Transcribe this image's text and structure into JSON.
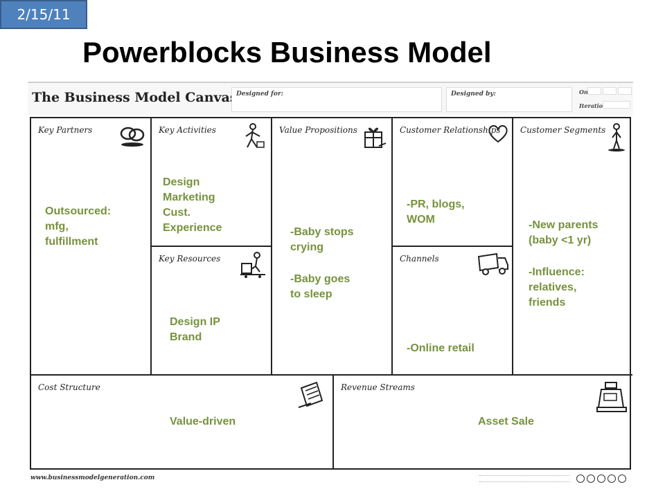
{
  "date_badge": "2/15/11",
  "title": "Powerblocks Business Model",
  "canvas": {
    "name": "The Business Model Canvas",
    "designed_for": "Designed for:",
    "designed_by": "Designed by:",
    "on": "On:",
    "iteration": "Iteration:",
    "website": "www.businessmodelgeneration.com"
  },
  "blocks": {
    "key_partners": {
      "title": "Key Partners",
      "icon": "chain-links-icon",
      "notes": [
        "Outsourced:",
        "mfg,",
        "fulfillment"
      ]
    },
    "key_activities": {
      "title": "Key Activities",
      "icon": "worker-icon",
      "notes": [
        "Design",
        "Marketing",
        "Cust.",
        "Experience"
      ]
    },
    "key_resources": {
      "title": "Key Resources",
      "icon": "forklift-worker-icon",
      "notes": [
        "Design IP",
        "Brand"
      ]
    },
    "value_propositions": {
      "title": "Value Propositions",
      "icon": "gift-icon",
      "notes_1": [
        "-Baby stops",
        "crying"
      ],
      "notes_2": [
        "-Baby goes",
        "to sleep"
      ]
    },
    "customer_relationships": {
      "title": "Customer Relationships",
      "icon": "heart-icon",
      "notes": [
        "-PR, blogs,",
        "WOM"
      ]
    },
    "channels": {
      "title": "Channels",
      "icon": "truck-icon",
      "notes": [
        "-Online retail"
      ]
    },
    "customer_segments": {
      "title": "Customer Segments",
      "icon": "person-icon",
      "notes_1": [
        "-New parents",
        "(baby <1 yr)"
      ],
      "notes_2": [
        "-Influence:",
        "relatives,",
        "friends"
      ]
    },
    "cost_structure": {
      "title": "Cost Structure",
      "icon": "price-tag-icon",
      "notes": [
        "Value-driven"
      ]
    },
    "revenue_streams": {
      "title": "Revenue Streams",
      "icon": "cash-register-icon",
      "notes": [
        "Asset Sale"
      ]
    }
  },
  "colors": {
    "note_text": "#76923c",
    "badge_bg": "#4f81bd",
    "grid_lines": "#222222"
  }
}
